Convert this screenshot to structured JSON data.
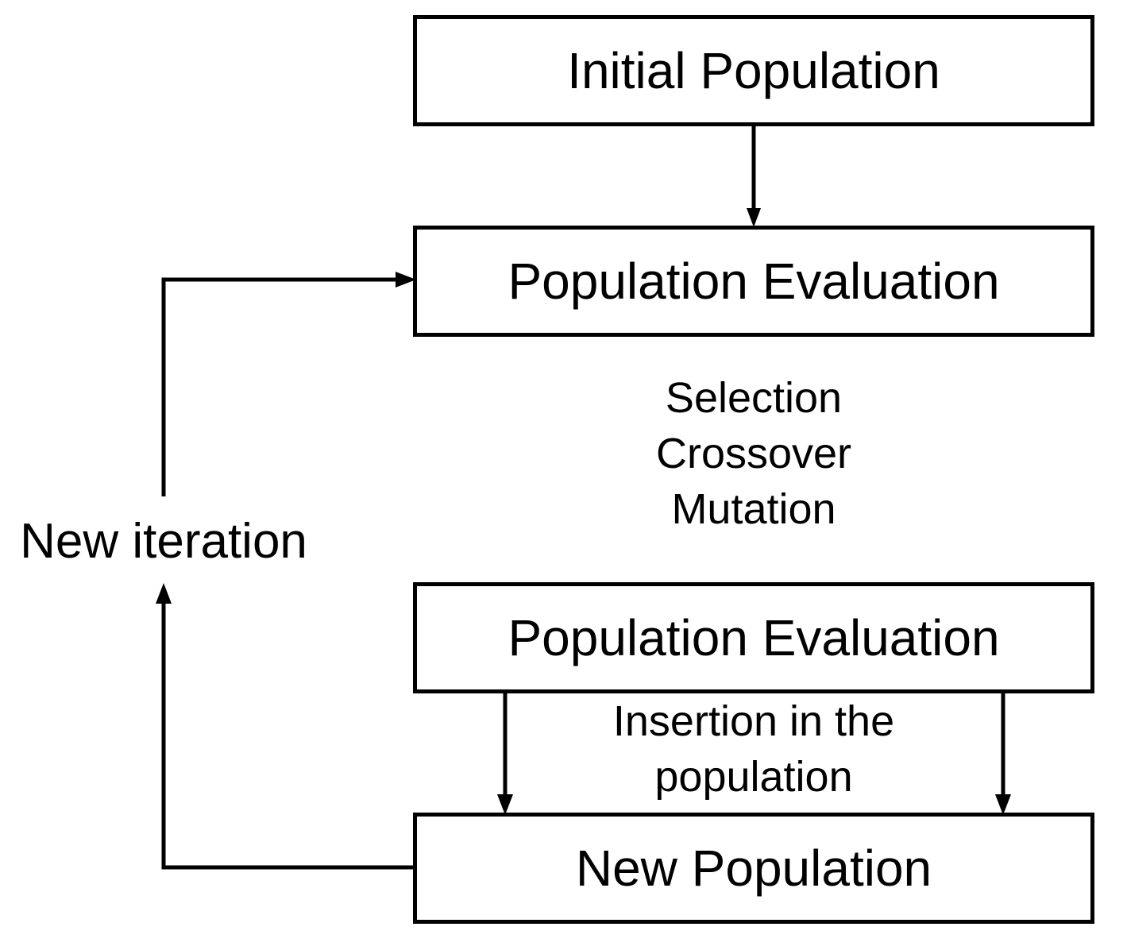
{
  "nodes": {
    "initial_population": "Initial Population",
    "population_evaluation_top": "Population Evaluation",
    "population_evaluation_bottom": "Population Evaluation",
    "new_population": "New Population"
  },
  "operations": {
    "lines": [
      "Selection",
      "Crossover",
      "Mutation"
    ]
  },
  "insertion": {
    "lines": [
      "Insertion in the",
      "population"
    ]
  },
  "loop_label": "New iteration"
}
